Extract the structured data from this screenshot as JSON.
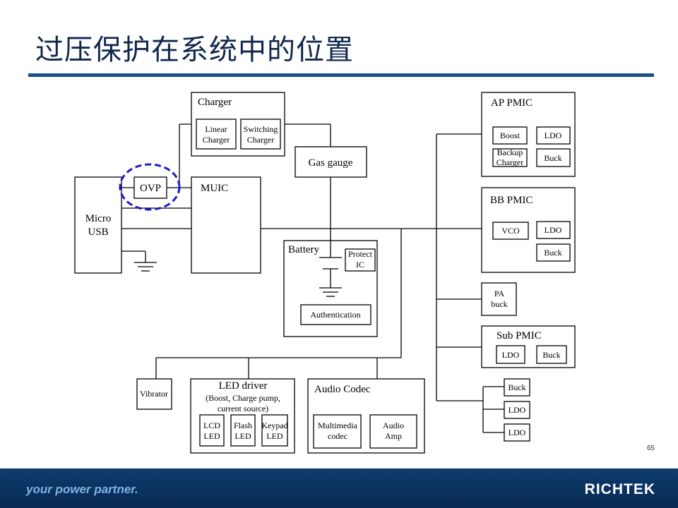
{
  "title": "过压保护在系统中的位置",
  "page_number": "65",
  "footer": {
    "tagline": "your power partner.",
    "brand": "RICHTEK"
  },
  "colors": {
    "title": "#10284e",
    "rule": "#1b4f86",
    "footer": "#0e3b6e",
    "highlight": "#1a1acc"
  },
  "blocks": {
    "charger": {
      "label": "Charger",
      "linear": [
        "Linear",
        "Charger"
      ],
      "switching": [
        "Switching",
        "Charger"
      ]
    },
    "gas_gauge": "Gas gauge",
    "ovp": "OVP",
    "muic": "MUIC",
    "micro_usb": [
      "Micro",
      "USB"
    ],
    "battery": {
      "label": "Battery",
      "protect": [
        "Protect",
        "IC"
      ],
      "authentication": "Authentication"
    },
    "ap_pmic": {
      "label": "AP PMIC",
      "boost": "Boost",
      "ldo": "LDO",
      "backup": [
        "Backup",
        "Charger"
      ],
      "buck": "Buck"
    },
    "bb_pmic": {
      "label": "BB PMIC",
      "vco": "VCO",
      "ldo": "LDO",
      "buck": "Buck"
    },
    "pa_buck": [
      "PA",
      "buck"
    ],
    "sub_pmic": {
      "label": "Sub PMIC",
      "ldo": "LDO",
      "buck": "Buck"
    },
    "rail_buck": "Buck",
    "rail_ldo1": "LDO",
    "rail_ldo2": "LDO",
    "vibrator": "Vibrator",
    "led_driver": {
      "label": "LED driver",
      "sub1": "(Boost, Charge pump,",
      "sub2": "current source)",
      "lcd": [
        "LCD",
        "LED"
      ],
      "flash": [
        "Flash",
        "LED"
      ],
      "keypad": [
        "Keypad",
        "LED"
      ]
    },
    "audio_codec": {
      "label": "Audio Codec",
      "multimedia": [
        "Multimedia",
        "codec"
      ],
      "amp": [
        "Audio",
        "Amp"
      ]
    }
  }
}
